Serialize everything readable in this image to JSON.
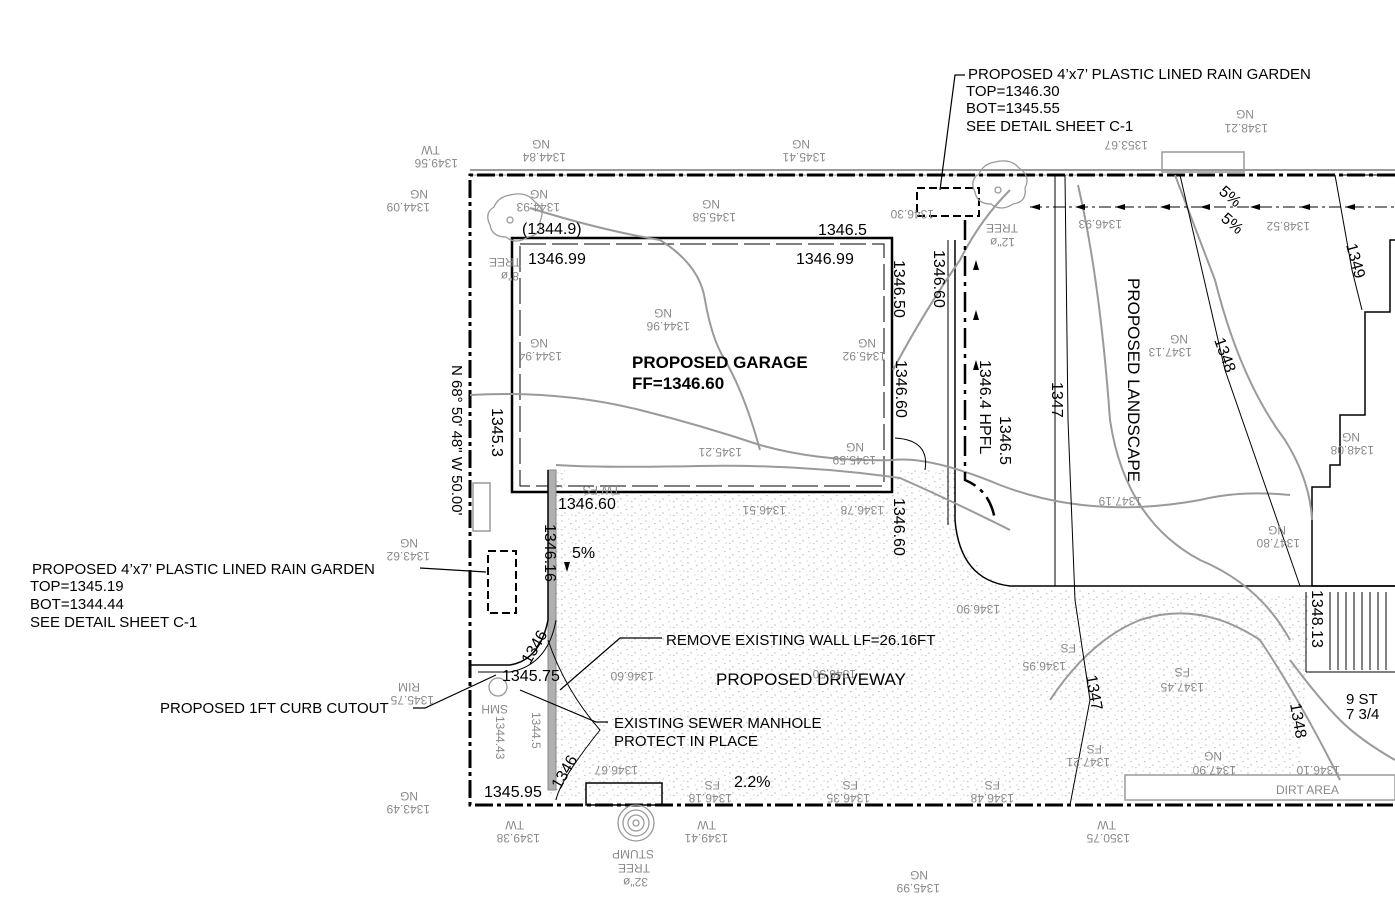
{
  "notes": {
    "rain_garden_top": {
      "line1": "PROPOSED 4’x7’ PLASTIC LINED RAIN GARDEN",
      "line2": "TOP=1346.30",
      "line3": "BOT=1345.55",
      "line4": "SEE DETAIL SHEET C-1"
    },
    "rain_garden_left": {
      "line1": "PROPOSED 4’x7’ PLASTIC LINED RAIN GARDEN",
      "line2": "TOP=1345.19",
      "line3": "BOT=1344.44",
      "line4": "SEE DETAIL SHEET C-1"
    },
    "curb_cutout": "PROPOSED 1FT CURB CUTOUT",
    "remove_wall": "REMOVE EXISTING WALL LF=26.16FT",
    "manhole_line1": "EXISTING SEWER MANHOLE",
    "manhole_line2": "PROTECT IN PLACE",
    "stairs_line1": "9 ST",
    "stairs_line2": "7 3/4"
  },
  "garage": {
    "title": "PROPOSED GARAGE",
    "ff": "FF=1346.60"
  },
  "areas": {
    "landscape": "PROPOSED LANDSCAPE",
    "driveway": "PROPOSED DRIVEWAY",
    "dirt": "DIRT AREA"
  },
  "bearing": "N 68° 50' 48\" W 50.00'",
  "elevations": {
    "e1": "(1344.9)",
    "e2": "1346.5",
    "e3": "1346.99",
    "e4": "1346.99",
    "e5": "1346.60",
    "e6": "1346.50",
    "e7": "1346.60",
    "e8": "1346.60",
    "e9": "1346.60",
    "e10": "1345.3",
    "e11": "1346.16",
    "e12": "1345.75",
    "e13": "1345.95",
    "e14": "1346.4 HPFL",
    "e15": "1346.5",
    "e16": "1348.13",
    "slope1": "5%",
    "slope2": "2.2%",
    "slope3": "5%",
    "slope4": "5%"
  },
  "contours": {
    "c1346a": "1346",
    "c1346b": "1346",
    "c1347a": "1347",
    "c1347b": "1347",
    "c1348a": "1348",
    "c1348b": "1348",
    "c1349": "1349"
  },
  "existing_spots": {
    "s1": "1349.56",
    "s2": "1344.84",
    "s3": "1345.41",
    "s4": "1348.21",
    "s5": "1353.67",
    "s6": "1344.09",
    "s7": "1344.93",
    "s8": "1345.58",
    "s9": "1346.30",
    "s10": "1346.93",
    "s11": "1348.52",
    "s12": "1344.96",
    "s13": "1344.94",
    "s14": "1345.92",
    "s15": "1347.13",
    "s16": "1345.21",
    "s17": "1345.59",
    "s18": "1348.08",
    "s19": "1346.51",
    "s20": "1346.78",
    "s21": "1347.19",
    "s22": "1347.80",
    "s23": "1343.62",
    "s24": "1346.90",
    "s25": "1346.95",
    "s26": "1346.50",
    "s27": "1347.45",
    "s28": "1345.75",
    "s29": "1346.60",
    "s30": "1346.67",
    "s31": "1347.21",
    "s32": "1347.90",
    "s33": "1346.10",
    "s34": "1343.49",
    "s35": "1346.18",
    "s36": "1346.35",
    "s37": "1346.48",
    "s38": "1349.38",
    "s39": "1349.41",
    "s40": "1350.75",
    "s41": "1345.99",
    "s42": "1344.43",
    "s43": "1344.5"
  },
  "codes": {
    "ng": "NG",
    "tw": "TW",
    "fs": "FS",
    "rim": "RIM",
    "smh": "SMH"
  },
  "trees": {
    "tree1_line1": "8\"ø",
    "tree1_line2": "TREE",
    "tree2_line1": "12\"ø",
    "tree2_line2": "TREE",
    "stump_line1": "32\"ø",
    "stump_line2": "TREE",
    "stump_line3": "STUMP"
  }
}
